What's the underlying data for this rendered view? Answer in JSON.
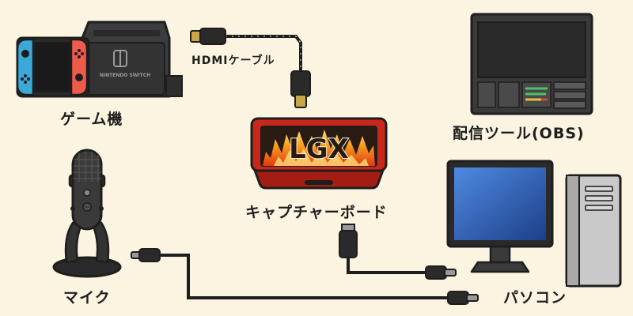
{
  "colors": {
    "background": "#fbf4e1",
    "outline": "#1e1e1e",
    "joycon_left": "#3aa9d8",
    "joycon_right": "#f05a4a",
    "capture_red": "#c8281a",
    "capture_fire": "#f5a020",
    "monitor_screen": "#2e62b8",
    "tower_gray": "#c9c9c9",
    "cable_connector": "#9a9a9a"
  },
  "devices": {
    "game_console": {
      "label": "ゲーム機",
      "icon": "game-console-icon",
      "dock_text": "NINTENDO SWITCH"
    },
    "capture_board": {
      "label": "キャプチャーボード",
      "icon": "capture-board-icon",
      "logo": "LGX"
    },
    "streaming_software": {
      "label": "配信ツール(OBS)",
      "icon": "obs-window-icon"
    },
    "microphone": {
      "label": "マイク",
      "icon": "microphone-icon"
    },
    "pc": {
      "label": "パソコン",
      "icon": "pc-icon"
    }
  },
  "cables": {
    "hdmi": {
      "label": "HDMIケーブル",
      "icon": "hdmi-connector-icon"
    },
    "usb_capture_to_pc": {
      "icon": "usb-connector-icon"
    },
    "usb_mic_to_pc": {
      "icon": "usb-connector-icon"
    }
  }
}
